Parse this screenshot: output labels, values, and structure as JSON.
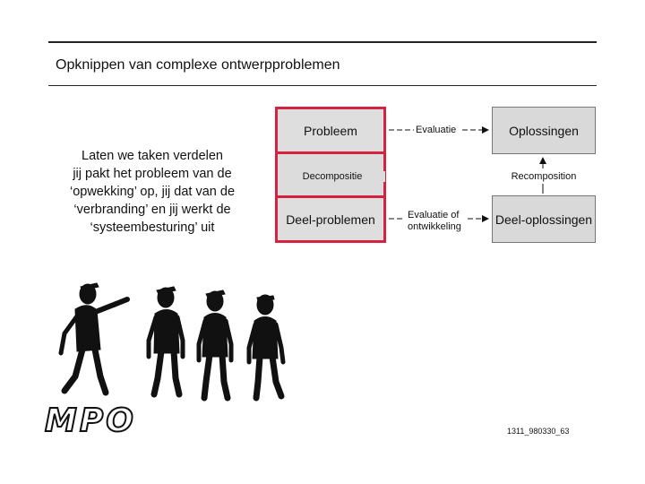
{
  "title": "Opknippen van complexe ontwerpproblemen",
  "left_text": [
    "Laten we taken verdelen",
    "jij pakt het probleem van de",
    "‘opwekking’ op, jij dat van de",
    "‘verbranding’ en jij werkt de",
    "‘systeembesturing’ uit"
  ],
  "diagram": {
    "probleem": "Probleem",
    "decompositie": "Decompositie",
    "deel_problemen": "Deel-problemen",
    "evaluatie": "Evaluatie",
    "oplossingen": "Oplossingen",
    "recomposition": "Recomposition",
    "evaluatie_of": "Evaluatie of",
    "ontwikkeling": "ontwikkeling",
    "deel_oplossingen": "Deel-oplossingen"
  },
  "logo": "MPO",
  "footer_code": "1311_980330_63",
  "colors": {
    "accent_red": "#d6213f",
    "box_gray": "#d9d9d9"
  },
  "illustration": "four-silhouette-figures-one-pointing"
}
